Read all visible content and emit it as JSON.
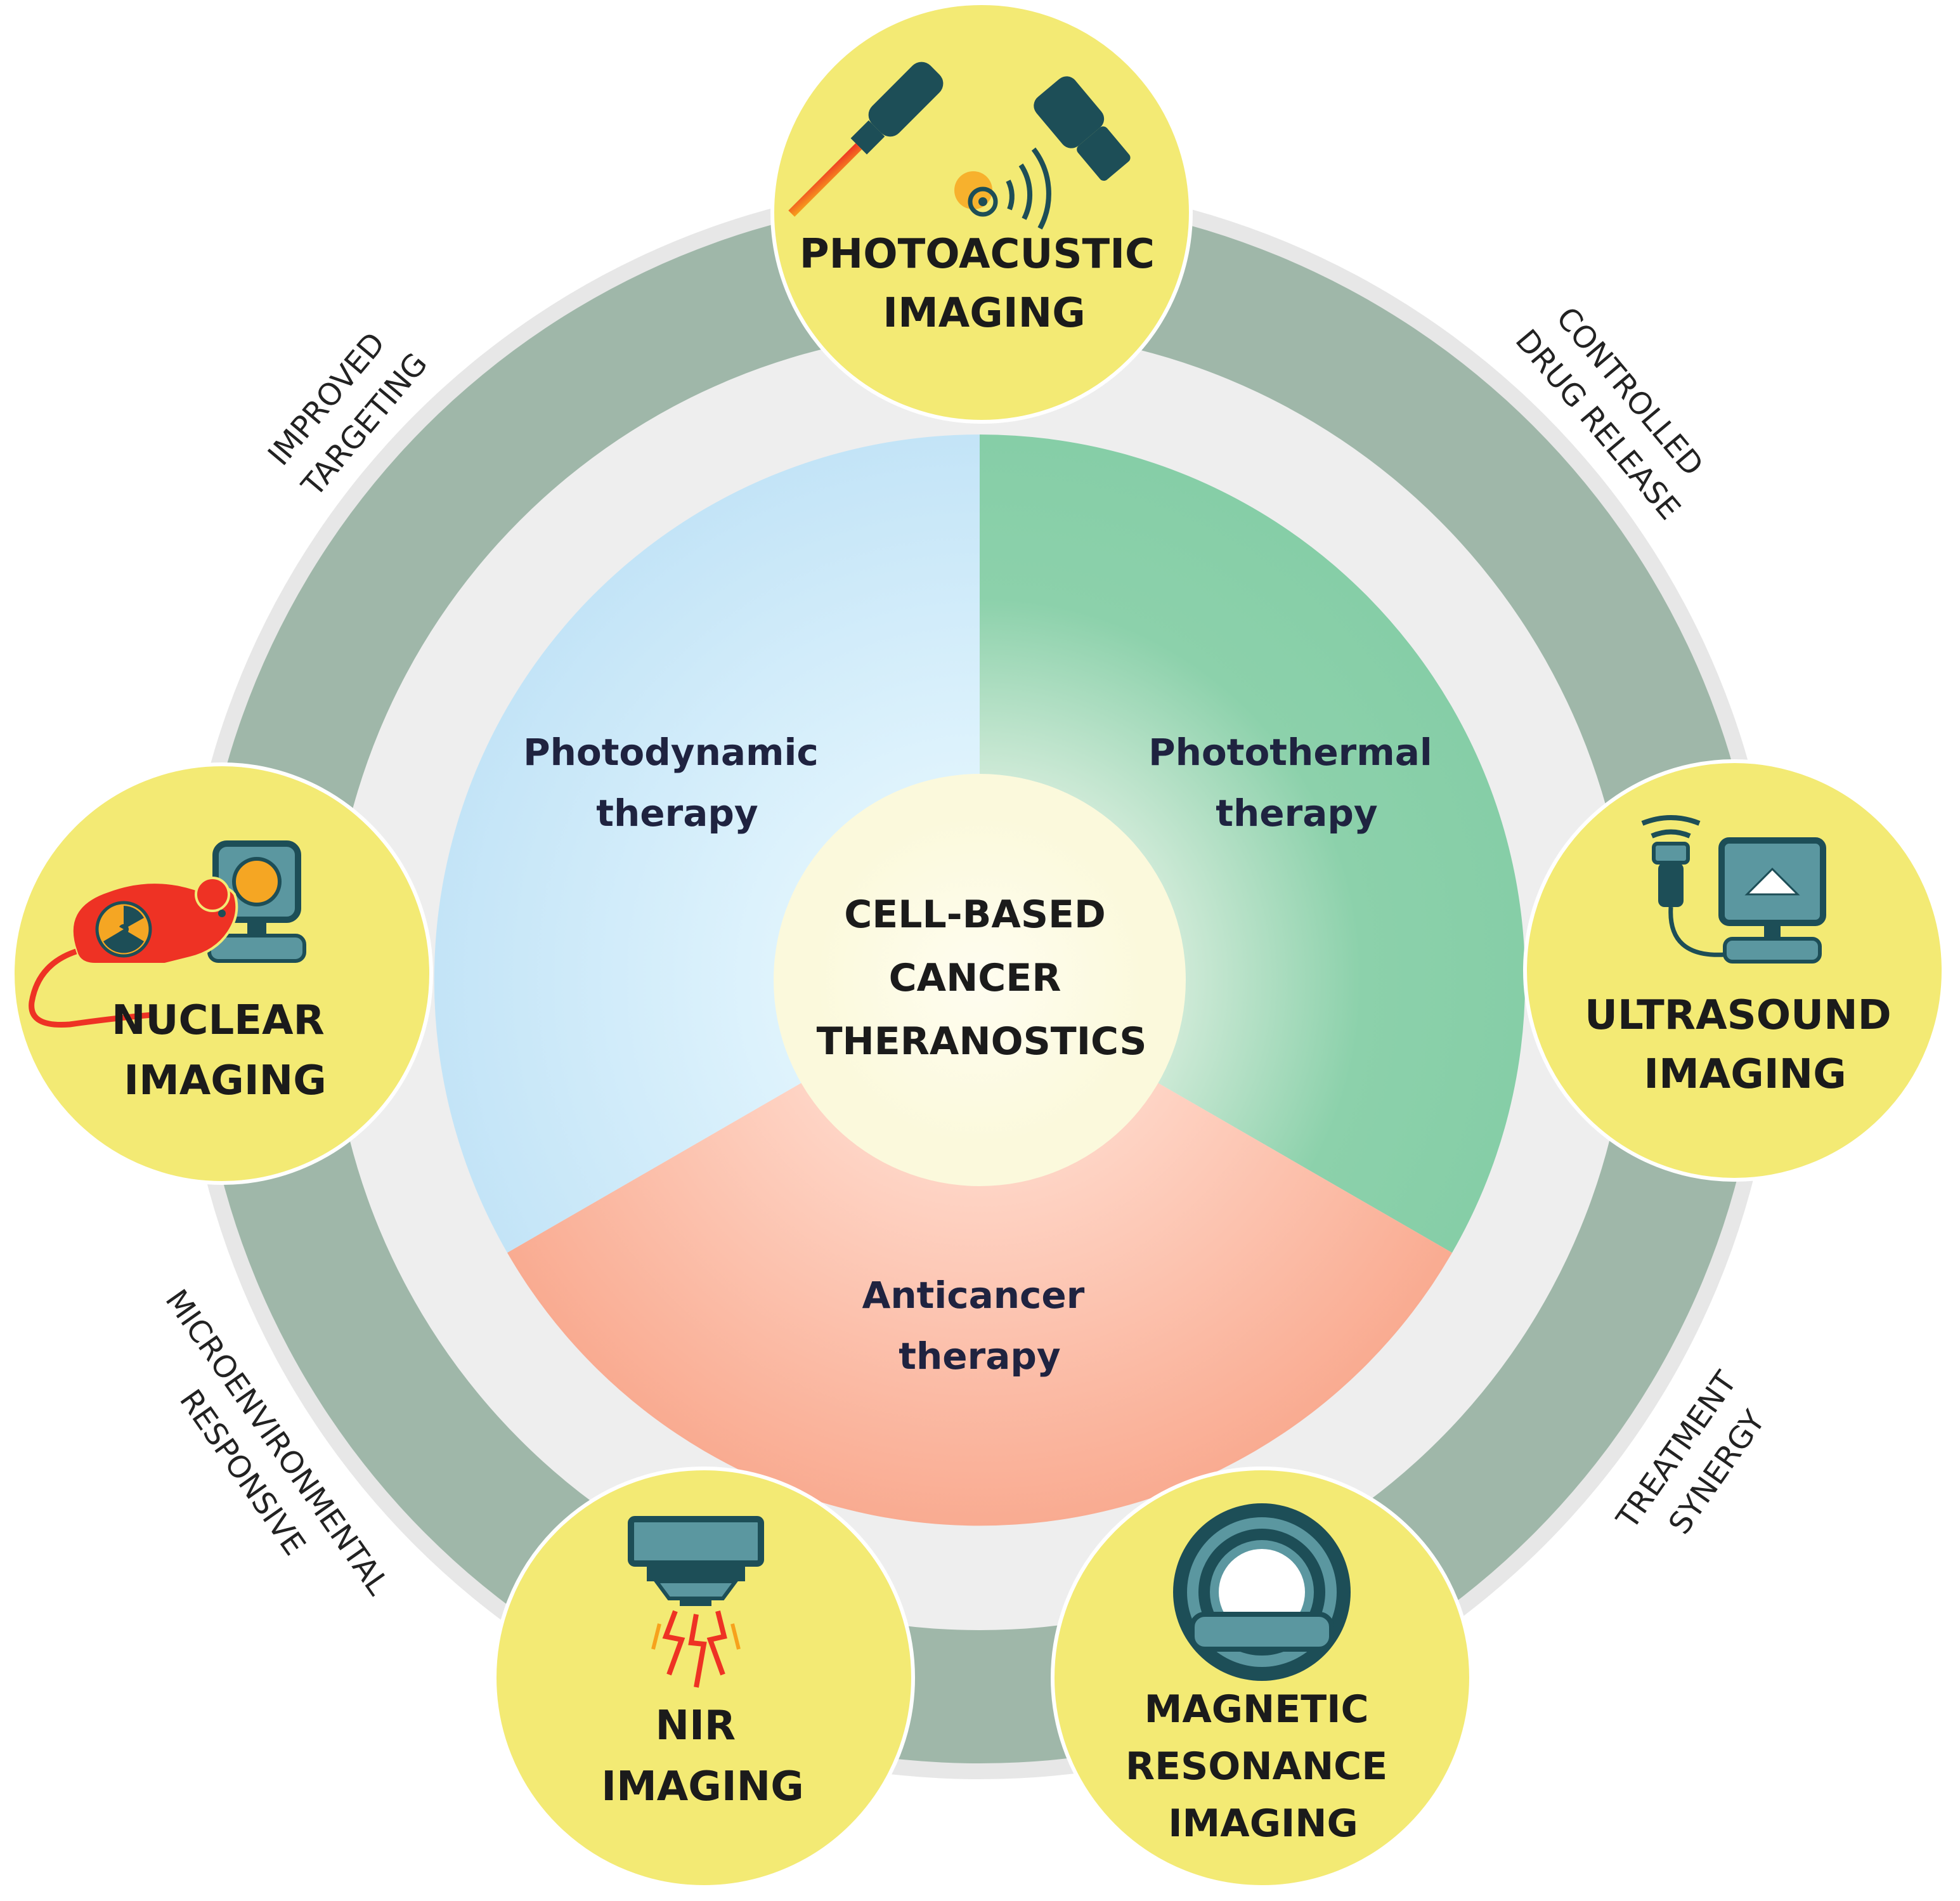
{
  "center": {
    "lines": [
      "CELL-BASED",
      "CANCER",
      "THERANOSTICS"
    ]
  },
  "sectors": {
    "photodynamic": {
      "lines": [
        "Photodynamic",
        "therapy"
      ],
      "color": "#c6e6f8"
    },
    "photothermal": {
      "lines": [
        "Photothermal",
        "therapy"
      ],
      "color": "#8dd1ac"
    },
    "anticancer": {
      "lines": [
        "Anticancer",
        "therapy"
      ],
      "color": "#faaf96"
    }
  },
  "ring_labels": {
    "improved_targeting": [
      "IMPROVED",
      "TARGETING"
    ],
    "controlled_release": [
      "CONTROLLED",
      "DRUG RELEASE"
    ],
    "treatment_synergy": [
      "TREATMENT",
      "SYNERGY"
    ],
    "microenvironmental": [
      "MICROENVIRONMENTAL",
      "RESPONSIVE"
    ]
  },
  "modalities": {
    "photoacoustic": {
      "lines": [
        "PHOTOACUSTIC",
        "IMAGING"
      ],
      "icon": "photoacoustic-icon"
    },
    "ultrasound": {
      "lines": [
        "ULTRASOUND",
        "IMAGING"
      ],
      "icon": "ultrasound-icon"
    },
    "mri": {
      "lines": [
        "MAGNETIC",
        "RESONANCE",
        "IMAGING"
      ],
      "icon": "mri-scanner-icon"
    },
    "nir": {
      "lines": [
        "NIR",
        "IMAGING"
      ],
      "icon": "nir-camera-icon"
    },
    "nuclear": {
      "lines": [
        "NUCLEAR",
        "IMAGING"
      ],
      "icon": "mouse-radiation-icon"
    }
  },
  "colors": {
    "ring": "#9fb7a9",
    "ring_outer": "#e6e6e6",
    "ring_inner": "#eeeeee",
    "bubble": "#f3ea74",
    "center_fill": "#fdfce6",
    "icon_dark": "#1d4e57",
    "icon_teal": "#5b97a0",
    "icon_red": "#ee3224",
    "icon_orange": "#f5a623"
  }
}
